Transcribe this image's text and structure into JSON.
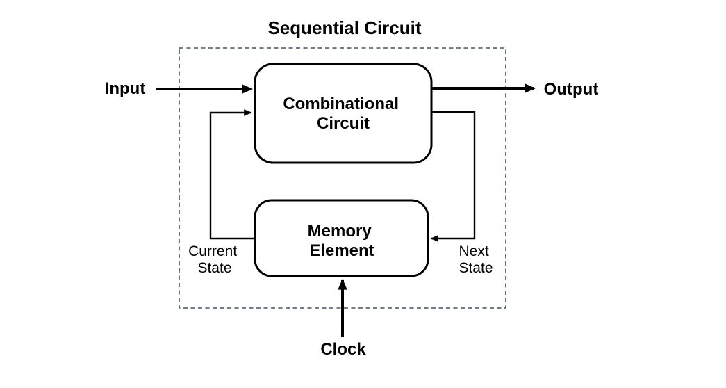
{
  "diagram": {
    "title": "Sequential Circuit",
    "boxes": {
      "combinational": {
        "line1": "Combinational",
        "line2": "Circuit"
      },
      "memory": {
        "line1": "Memory",
        "line2": "Element"
      }
    },
    "io_labels": {
      "input": "Input",
      "output": "Output",
      "clock": "Clock"
    },
    "state_labels": {
      "current": {
        "line1": "Current",
        "line2": "State"
      },
      "next": {
        "line1": "Next",
        "line2": "State"
      }
    },
    "colors": {
      "boundary_dash": "#44546A",
      "connector": "#000000",
      "box_fill": "#FFFFFF",
      "box_stroke": "#000000",
      "text": "#000000",
      "background": "#FFFFFF"
    }
  }
}
